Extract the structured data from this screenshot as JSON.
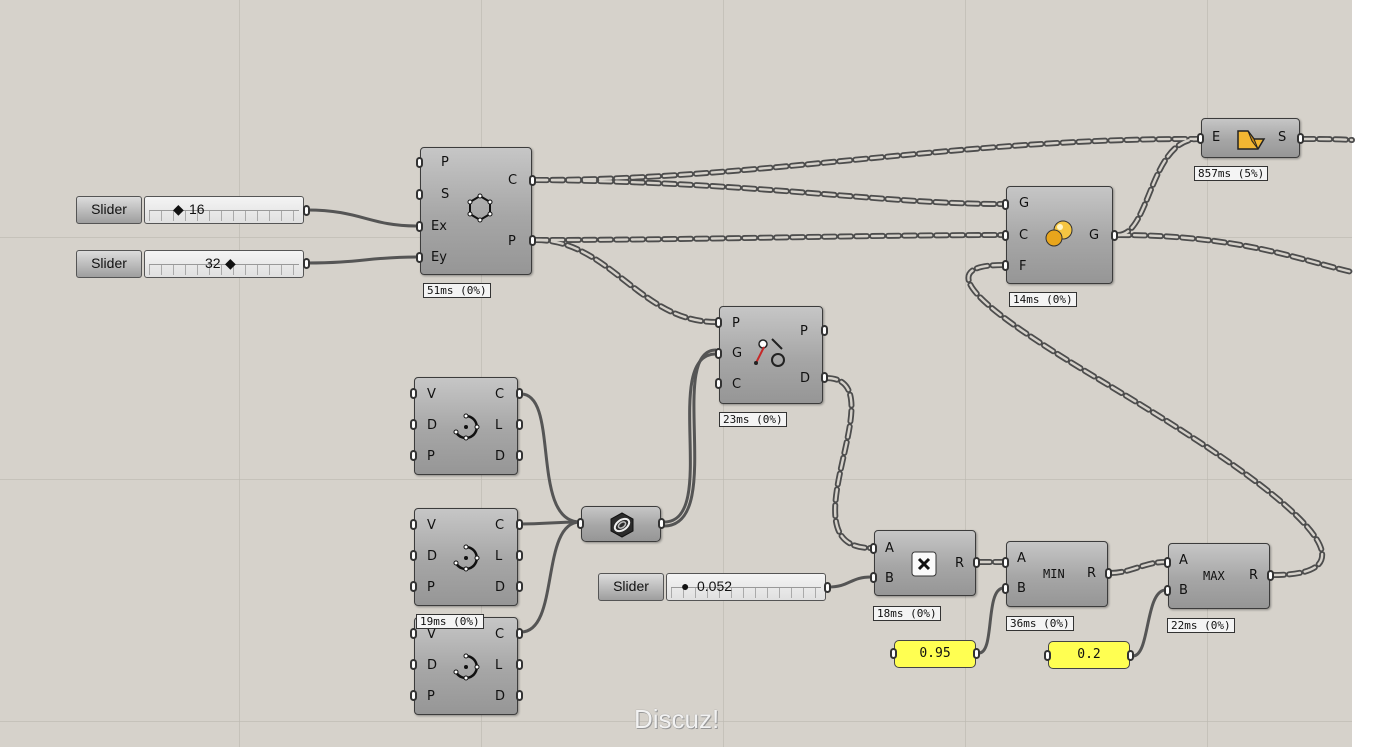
{
  "sliders": [
    {
      "label": "Slider",
      "value": "16"
    },
    {
      "label": "Slider",
      "value": "32"
    },
    {
      "label": "Slider",
      "value": "0.052"
    }
  ],
  "components": {
    "polygon": {
      "inputs": [
        "P",
        "S",
        "Ex",
        "Ey"
      ],
      "outputs": [
        "C",
        "P"
      ],
      "timing": "51ms (0%)",
      "icon": "polygon-icon"
    },
    "extrude": {
      "inputs": [
        "E"
      ],
      "outputs": [
        "S"
      ],
      "timing": "857ms (5%)",
      "icon": "extrude-icon"
    },
    "group": {
      "inputs": [
        "G",
        "C",
        "F"
      ],
      "outputs": [
        "G"
      ],
      "timing": "14ms (0%)",
      "icon": "spheres-icon"
    },
    "pull_point": {
      "inputs": [
        "P",
        "G",
        "C"
      ],
      "outputs": [
        "P",
        "D"
      ],
      "timing": "23ms (0%)",
      "icon": "closest-point-icon"
    },
    "circle1": {
      "inputs": [
        "V",
        "D",
        "P"
      ],
      "outputs": [
        "C",
        "L",
        "D"
      ],
      "icon": "circle-icon"
    },
    "circle2": {
      "inputs": [
        "V",
        "D",
        "P"
      ],
      "outputs": [
        "C",
        "L",
        "D"
      ],
      "timing": "19ms (0%)",
      "icon": "circle-icon"
    },
    "circle3": {
      "inputs": [
        "V",
        "D",
        "P"
      ],
      "outputs": [
        "C",
        "L",
        "D"
      ],
      "icon": "circle-icon"
    },
    "geometry_param": {
      "icon": "geometry-param-icon"
    },
    "multiply": {
      "inputs": [
        "A",
        "B"
      ],
      "outputs": [
        "R"
      ],
      "timing": "18ms (0%)",
      "icon": "multiply-icon"
    },
    "min": {
      "inputs": [
        "A",
        "B"
      ],
      "outputs": [
        "R"
      ],
      "title": "MIN",
      "timing": "36ms (0%)"
    },
    "max": {
      "inputs": [
        "A",
        "B"
      ],
      "outputs": [
        "R"
      ],
      "title": "MAX",
      "timing": "22ms (0%)"
    }
  },
  "panels": [
    {
      "value": "0.95"
    },
    {
      "value": "0.2"
    }
  ],
  "watermark": "Discuz!",
  "colors": {
    "canvas": "#d6d2cb",
    "panel": "#ffff52",
    "wire": "#4d4d4d"
  }
}
